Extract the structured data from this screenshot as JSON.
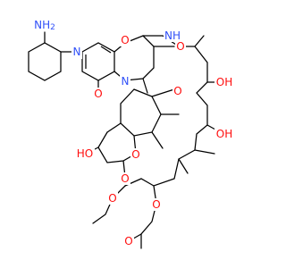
{
  "colors": {
    "carbon_bond": "#000000",
    "oxygen": "#ff0d0d",
    "nitrogen": "#3050f8",
    "background": "#ffffff"
  },
  "atoms": {
    "nh2_top": "NH",
    "nh2_sub": "2",
    "pip_n": "N",
    "ring_o_top": "O",
    "amide_nh": "NH",
    "amide_o": "O",
    "ansa_o": "O",
    "carbonyl_o": "O",
    "ring_n": "N",
    "ho_left": "HO",
    "oh_right_top": "OH",
    "oh_right_mid": "OH",
    "furan_o": "O",
    "ether_o": "O",
    "ester_o": "O",
    "methoxy_o": "O",
    "acetyl_o": "O"
  }
}
